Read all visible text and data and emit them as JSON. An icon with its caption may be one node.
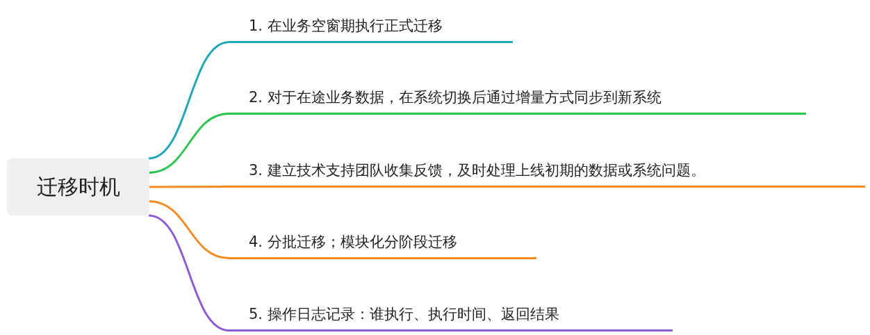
{
  "diagram": {
    "nodes": [
      {
        "text": [
          "迁移时机"
        ]
      },
      {
        "text": [
          "1. 在业务空窗期执行正式迁移"
        ]
      },
      {
        "text": [
          "2. 对于在途业务数据，在系统切换后通过增量方式同步到新系统"
        ]
      },
      {
        "text": [
          "3. 建立技术支持团队收集反馈，及时处理上线初期的数据或系统问题。"
        ]
      },
      {
        "text": [
          "4. 分批迁移；模块化分阶段迁移"
        ]
      },
      {
        "text": [
          "5. 操作日志记录：谁执行、执行时间、返回结果"
        ]
      }
    ],
    "edges": [
      {
        "from": 0,
        "to": 1,
        "arrow": "none",
        "color": "#1ea9b9"
      },
      {
        "from": 0,
        "to": 2,
        "arrow": "none",
        "color": "#2bc552"
      },
      {
        "from": 0,
        "to": 3,
        "arrow": "none",
        "color": "#f68b1f"
      },
      {
        "from": 0,
        "to": 4,
        "arrow": "none",
        "color": "#f68b1f"
      },
      {
        "from": 0,
        "to": 5,
        "arrow": "none",
        "color": "#8e5cd9"
      }
    ]
  }
}
